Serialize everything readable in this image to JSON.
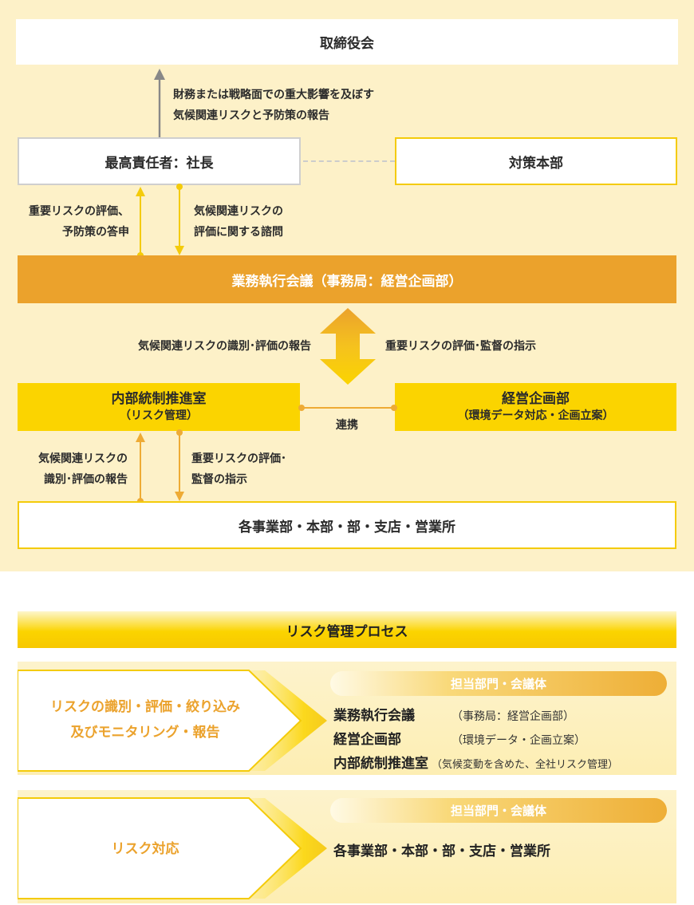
{
  "structure": {
    "board": "取締役会",
    "report_to_board": [
      "財務または戦略面での重大影響を及ぼす",
      "気候関連リスクと予防策の報告"
    ],
    "ceo": "最高責任者：社長",
    "hq": "対策本部",
    "ceo_up_label": [
      "重要リスクの評価、",
      "予防策の答申"
    ],
    "ceo_down_label": [
      "気候関連リスクの",
      "評価に関する諮問"
    ],
    "exec_meeting": "業務執行会議（事務局：経営企画部）",
    "mid_left_label": "気候関連リスクの識別･評価の報告",
    "mid_right_label": "重要リスクの評価･監督の指示",
    "internal_control": {
      "name": "内部統制推進室",
      "sub": "（リスク管理）"
    },
    "corp_planning": {
      "name": "経営企画部",
      "sub": "（環境データ対応・企画立案）"
    },
    "link_label": "連携",
    "bottom_up_label": [
      "気候関連リスクの",
      "識別･評価の報告"
    ],
    "bottom_down_label": [
      "重要リスクの評価･",
      "監督の指示"
    ],
    "divisions": "各事業部・本部・部・支店・営業所"
  },
  "process": {
    "title": "リスク管理プロセス",
    "steps": [
      {
        "label": [
          "リスクの識別・評価・絞り込み",
          "及びモニタリング・報告"
        ],
        "responsible_title": "担当部門・会議体",
        "rows": [
          {
            "name": "業務執行会議",
            "note": "（事務局：経営企画部）"
          },
          {
            "name": "経営企画部",
            "note": "（環境データ・企画立案）"
          },
          {
            "name": "内部統制推進室",
            "note": "（気候変動を含めた、全社リスク管理）"
          }
        ]
      },
      {
        "label": [
          "リスク対応"
        ],
        "responsible_title": "担当部門・会議体",
        "rows": [
          {
            "name": "各事業部・本部・部・支店・営業所",
            "note": ""
          }
        ]
      }
    ]
  },
  "colors": {
    "panel": "#fdf1c8",
    "yellow": "#f4cb0a",
    "orange": "#eeab35",
    "deep_orange": "#eba22c",
    "grey_arrow": "#888888"
  }
}
